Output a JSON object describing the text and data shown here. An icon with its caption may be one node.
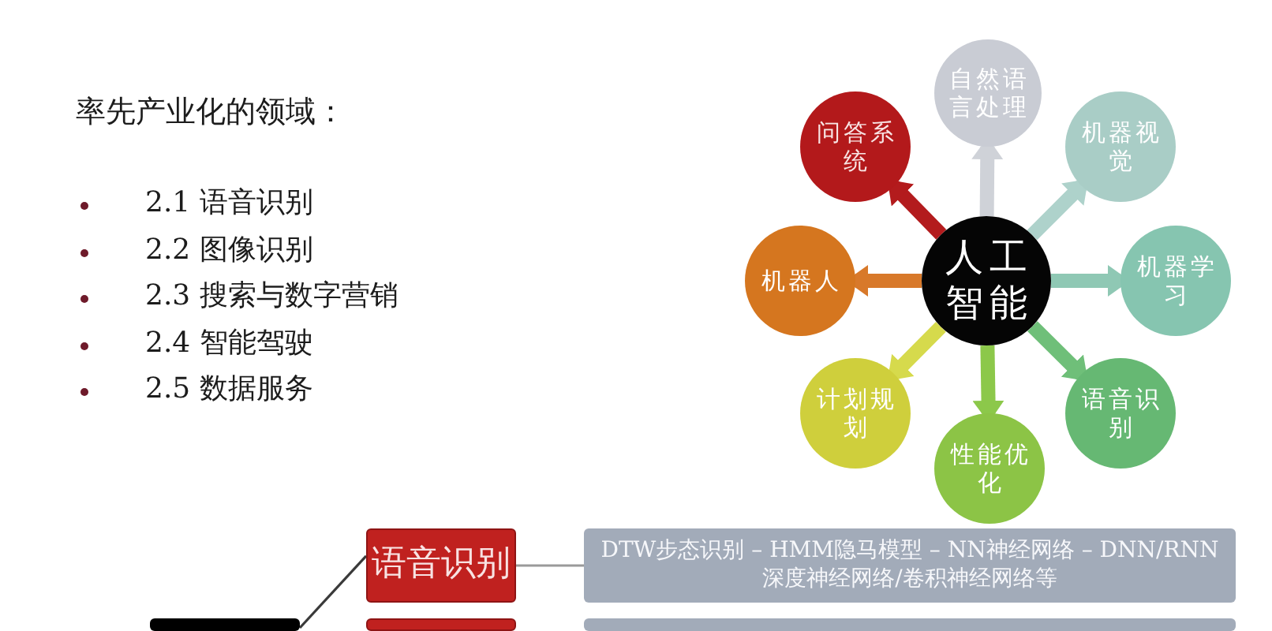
{
  "diagram": {
    "title": "率先产业化的领域：",
    "nodes": [
      {
        "text": [
          "人工智能"
        ]
      },
      {
        "text": [
          "自然语言处理"
        ]
      },
      {
        "text": [
          "机器视觉"
        ]
      },
      {
        "text": [
          "机器学习"
        ]
      },
      {
        "text": [
          "语音识别"
        ]
      },
      {
        "text": [
          "性能优化"
        ]
      },
      {
        "text": [
          "计划规划"
        ]
      },
      {
        "text": [
          "机器人"
        ]
      },
      {
        "text": [
          "问答系统"
        ]
      },
      {
        "text": [],
        "shape": "box"
      },
      {
        "text": [
          "语音识别"
        ]
      },
      {
        "text": [
          "DTW步态识别 – HMM隐马模型 – NN神经网络 – DNN/RNN 深度神经网络/卷积神经网络等"
        ]
      },
      {
        "text": [],
        "shape": "box"
      },
      {
        "text": [],
        "shape": "box"
      }
    ],
    "edges": [
      {
        "from": 0,
        "to": 1,
        "arrow": "to",
        "color": "#cfd2d8"
      },
      {
        "from": 0,
        "to": 2,
        "arrow": "to",
        "color": "#aed2cb"
      },
      {
        "from": 0,
        "to": 3,
        "arrow": "to",
        "color": "#8fc8b4"
      },
      {
        "from": 0,
        "to": 4,
        "arrow": "to",
        "color": "#6fbf79"
      },
      {
        "from": 0,
        "to": 5,
        "arrow": "to",
        "color": "#8cc84a"
      },
      {
        "from": 0,
        "to": 6,
        "arrow": "to",
        "color": "#d6da4c"
      },
      {
        "from": 0,
        "to": 7,
        "arrow": "to",
        "color": "#d8792a"
      },
      {
        "from": 0,
        "to": 8,
        "arrow": "to",
        "color": "#b31b1d"
      },
      {
        "from": 9,
        "to": 10,
        "arrow": "none",
        "color": "#3a3a3a"
      },
      {
        "from": 10,
        "to": 11,
        "arrow": "none",
        "color": "#9a9a9a"
      }
    ],
    "labels": [
      "2.1 语音识别",
      "2.2 图像识别",
      "2.3 搜索与数字营销",
      "2.4 智能驾驶",
      "2.5 数据服务"
    ]
  }
}
